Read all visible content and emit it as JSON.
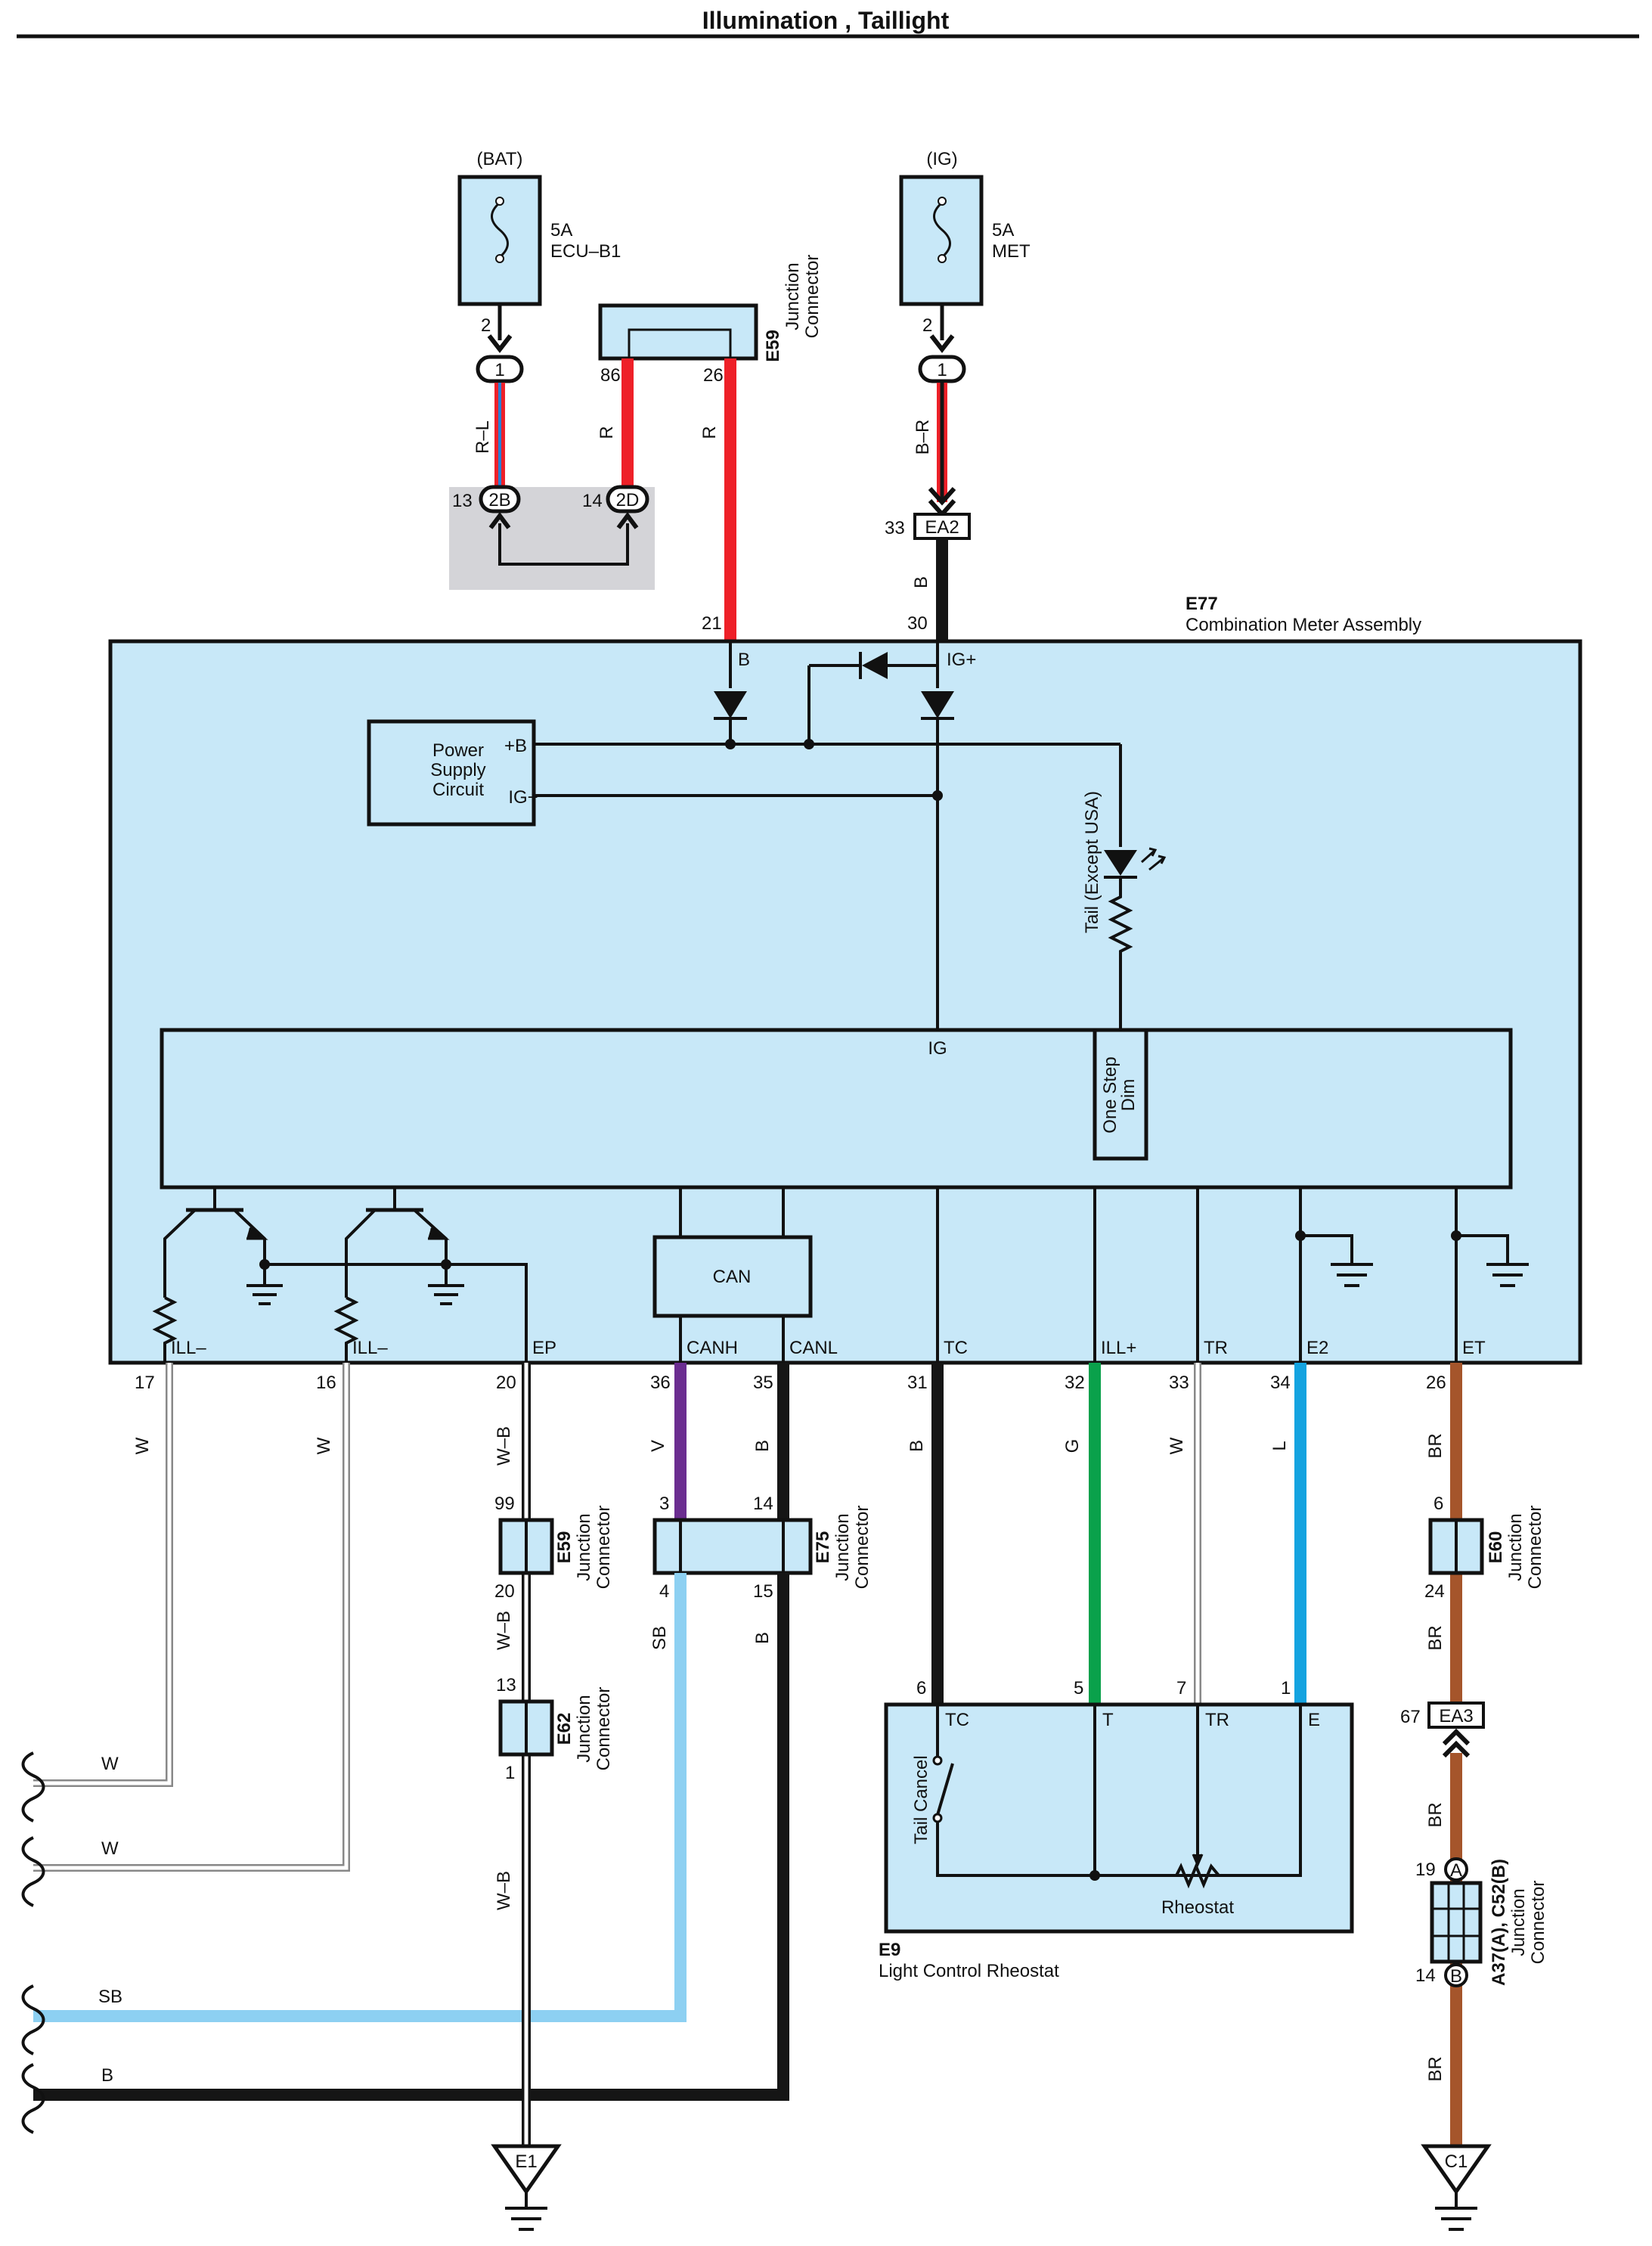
{
  "title": "Illumination , Taillight",
  "colors": {
    "box_fill": "#c8e8f8",
    "shade": "#d4d4d8",
    "red": "#ee2028",
    "black": "#151515",
    "purple": "#6b2d90",
    "green": "#0aa14b",
    "blue": "#14a3e0",
    "light_blue": "#8dd0f2",
    "brown": "#a5552b",
    "gray_wire": "#888888"
  },
  "fuses": {
    "bat": {
      "source": "(BAT)",
      "rating": "5A",
      "name": "ECU–B1",
      "pin": "2",
      "conn": "1"
    },
    "ig": {
      "source": "(IG)",
      "rating": "5A",
      "name": "MET",
      "pin": "2",
      "conn": "1"
    }
  },
  "top_left": {
    "wire_rl": "R–L",
    "wire_r1": "R",
    "wire_r2": "R",
    "pin13": "13",
    "conn2b": "2B",
    "pin14": "14",
    "conn2d": "2D",
    "pin86": "86",
    "pin26": "26",
    "e59_code": "E59",
    "e59_l1": "Junction",
    "e59_l2": "Connector"
  },
  "ig_branch": {
    "wire_br": "B–R",
    "pin33": "33",
    "ea2": "EA2",
    "wire_b": "B"
  },
  "meter": {
    "code": "E77",
    "name": "Combination Meter Assembly",
    "pin21": "21",
    "pin30": "30",
    "lbl_b": "B",
    "lbl_igp": "IG+",
    "ps_l1": "Power",
    "ps_l2": "Supply",
    "ps_l3": "Circuit",
    "ps_b": "+B",
    "ps_ig": "IG+",
    "tail": "Tail (Except USA)",
    "ig_bus": "IG",
    "osd_l1": "One Step",
    "osd_l2": "Dim",
    "can": "CAN",
    "t_ill1": "ILL–",
    "t_ill2": "ILL–",
    "t_ep": "EP",
    "t_canh": "CANH",
    "t_canl": "CANL",
    "t_tc": "TC",
    "t_illp": "ILL+",
    "t_tr": "TR",
    "t_e2": "E2",
    "t_et": "ET"
  },
  "bottom_pins": {
    "p17": "17",
    "p16": "16",
    "p20": "20",
    "p36": "36",
    "p35": "35",
    "p31": "31",
    "p32": "32",
    "p33": "33",
    "p34": "34",
    "p26": "26"
  },
  "wire_labels": {
    "w1": "W",
    "w2": "W",
    "wb": "W–B",
    "v": "V",
    "b1": "B",
    "b2": "B",
    "g": "G",
    "w3": "W",
    "l": "L",
    "br": "BR"
  },
  "connectors": {
    "e59b": {
      "code": "E59",
      "l1": "Junction",
      "l2": "Connector",
      "pin_top": "99",
      "pin_bot": "20"
    },
    "e75": {
      "code": "E75",
      "l1": "Junction",
      "l2": "Connector",
      "p3": "3",
      "p14": "14",
      "p4": "4",
      "p15": "15"
    },
    "e62": {
      "code": "E62",
      "l1": "Junction",
      "l2": "Connector",
      "pin_top": "13",
      "pin_bot": "1"
    },
    "e60": {
      "code": "E60",
      "l1": "Junction",
      "l2": "Connector",
      "pin_top": "6",
      "pin_bot": "24"
    },
    "ea3": {
      "pin": "67",
      "label": "EA3"
    },
    "a37": {
      "code": "A37(A), C52(B)",
      "l1": "Junction",
      "l2": "Connector",
      "pin19": "19",
      "pa": "A",
      "pin14": "14",
      "pb": "B"
    }
  },
  "lower_wires": {
    "wb2": "W–B",
    "wb3": "W–B",
    "sb": "SB",
    "b3": "B",
    "br2": "BR",
    "br3": "BR",
    "br4": "BR",
    "left_w1": "W",
    "left_w2": "W",
    "left_sb": "SB",
    "left_b": "B"
  },
  "rheostat": {
    "p6": "6",
    "p5": "5",
    "p7": "7",
    "p1": "1",
    "t_tc": "TC",
    "t_t": "T",
    "t_tr": "TR",
    "t_e": "E",
    "tail_cancel": "Tail Cancel",
    "rheostat": "Rheostat",
    "code": "E9",
    "name": "Light Control Rheostat"
  },
  "grounds": {
    "e1": "E1",
    "c1": "C1"
  }
}
